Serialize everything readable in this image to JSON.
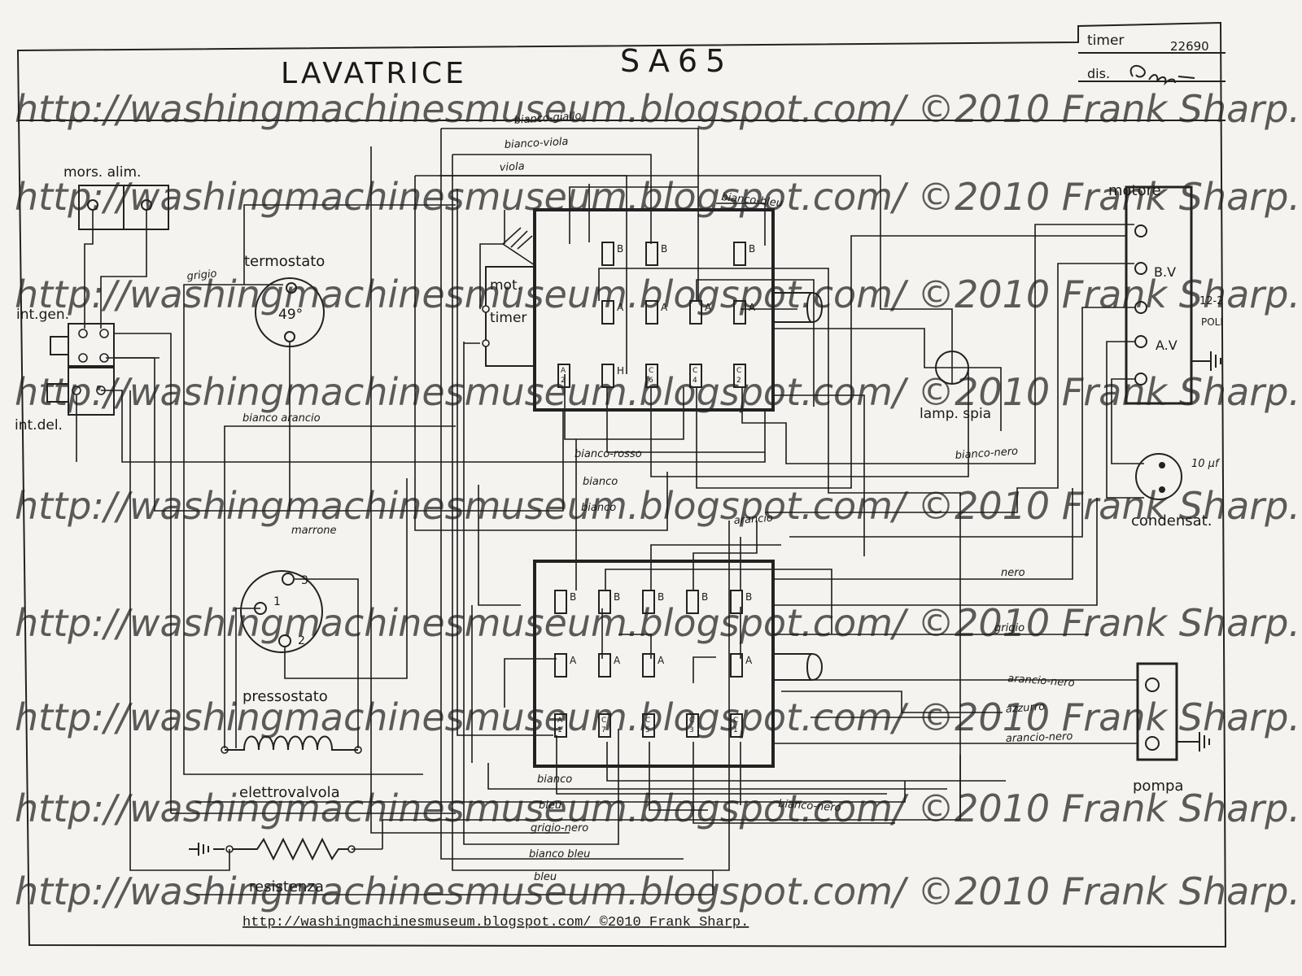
{
  "title": "LAVATRICE",
  "model": "SA65",
  "title_block": {
    "timer_label": "timer",
    "timer_number": "22690",
    "dis_label": "dis."
  },
  "components": {
    "mors_alim": "mors. alim.",
    "termostato": "termostato",
    "termostato_temp": "49°",
    "int_gen": "int.gen.",
    "int_del": "int.del.",
    "mot_timer_1": "mot.",
    "mot_timer_2": "timer",
    "pressostato": "pressostato",
    "elettrovalvola": "elettrovalvola",
    "resistenza": "resistenza",
    "lamp_spia": "lamp. spia",
    "motore": "motore",
    "motore_bv": "B.V",
    "motore_av": "A.V",
    "poli_1": "12-2",
    "poli_2": "POLI",
    "condensat": "condensat.",
    "capacitance": "10 µf",
    "pompa": "pompa"
  },
  "pressostato_terminals": [
    "1",
    "2",
    "3"
  ],
  "wire_labels": {
    "bianco_giallo": "bianco-giallo",
    "bianco_viola": "bianco-viola",
    "viola": "viola",
    "bianco_bleu": "bianco-bleu",
    "grigio_top": "grigio",
    "bianco_arancio": "bianco arancio",
    "bianco_rosso": "bianco-rosso",
    "bianco_1": "bianco",
    "bianco_2": "bianco",
    "arancio": "arancio",
    "marrone": "marrone",
    "bianco_nero_right": "bianco-nero",
    "nero": "nero",
    "grigio_right": "grigio",
    "arancio_nero_1": "arancio-nero",
    "azzurro": "azzurro",
    "arancio_nero_2": "arancio-nero",
    "bianco_bottom": "bianco",
    "bleu_1": "bleu",
    "bianco_nero_bottom": "bianco-nero",
    "grigio_nero": "grigio-nero",
    "bianco_bleu_bottom": "bianco bleu",
    "bleu_2": "bleu"
  },
  "timer_upper_cams": [
    {
      "row": 1,
      "col": 1,
      "letter": "B",
      "num": ""
    },
    {
      "row": 1,
      "col": 2,
      "letter": "B",
      "num": ""
    },
    {
      "row": 1,
      "col": 4,
      "letter": "B",
      "num": ""
    },
    {
      "row": 2,
      "col": 1,
      "letter": "A",
      "num": ""
    },
    {
      "row": 2,
      "col": 2,
      "letter": "A",
      "num": ""
    },
    {
      "row": 2,
      "col": 3,
      "letter": "A",
      "num": ""
    },
    {
      "row": 2,
      "col": 4,
      "letter": "A",
      "num": ""
    },
    {
      "row": 3,
      "col": 0,
      "letter": "A",
      "num": "2"
    },
    {
      "row": 3,
      "col": 1,
      "letter": "H",
      "num": ""
    },
    {
      "row": 3,
      "col": 2,
      "letter": "C",
      "num": "6"
    },
    {
      "row": 3,
      "col": 3,
      "letter": "C",
      "num": "4"
    },
    {
      "row": 3,
      "col": 4,
      "letter": "C",
      "num": "2"
    }
  ],
  "timer_lower_cams": [
    {
      "row": 1,
      "col": 0,
      "letter": "B",
      "num": ""
    },
    {
      "row": 1,
      "col": 1,
      "letter": "B",
      "num": ""
    },
    {
      "row": 1,
      "col": 2,
      "letter": "B",
      "num": ""
    },
    {
      "row": 1,
      "col": 3,
      "letter": "B",
      "num": ""
    },
    {
      "row": 1,
      "col": 4,
      "letter": "B",
      "num": ""
    },
    {
      "row": 2,
      "col": 0,
      "letter": "A",
      "num": ""
    },
    {
      "row": 2,
      "col": 1,
      "letter": "A",
      "num": ""
    },
    {
      "row": 2,
      "col": 2,
      "letter": "A",
      "num": ""
    },
    {
      "row": 2,
      "col": 4,
      "letter": "A",
      "num": ""
    },
    {
      "row": 3,
      "col": 0,
      "letter": "A",
      "num": "1"
    },
    {
      "row": 3,
      "col": 1,
      "letter": "C",
      "num": "7"
    },
    {
      "row": 3,
      "col": 2,
      "letter": "C",
      "num": "5"
    },
    {
      "row": 3,
      "col": 3,
      "letter": "C",
      "num": "3"
    },
    {
      "row": 3,
      "col": 4,
      "letter": "C",
      "num": "1"
    }
  ],
  "watermark": "http://washingmachinesmuseum.blogspot.com/  ©2010 Frank Sharp.",
  "footer_link": "http://washingmachinesmuseum.blogspot.com/  ©2010 Frank Sharp."
}
